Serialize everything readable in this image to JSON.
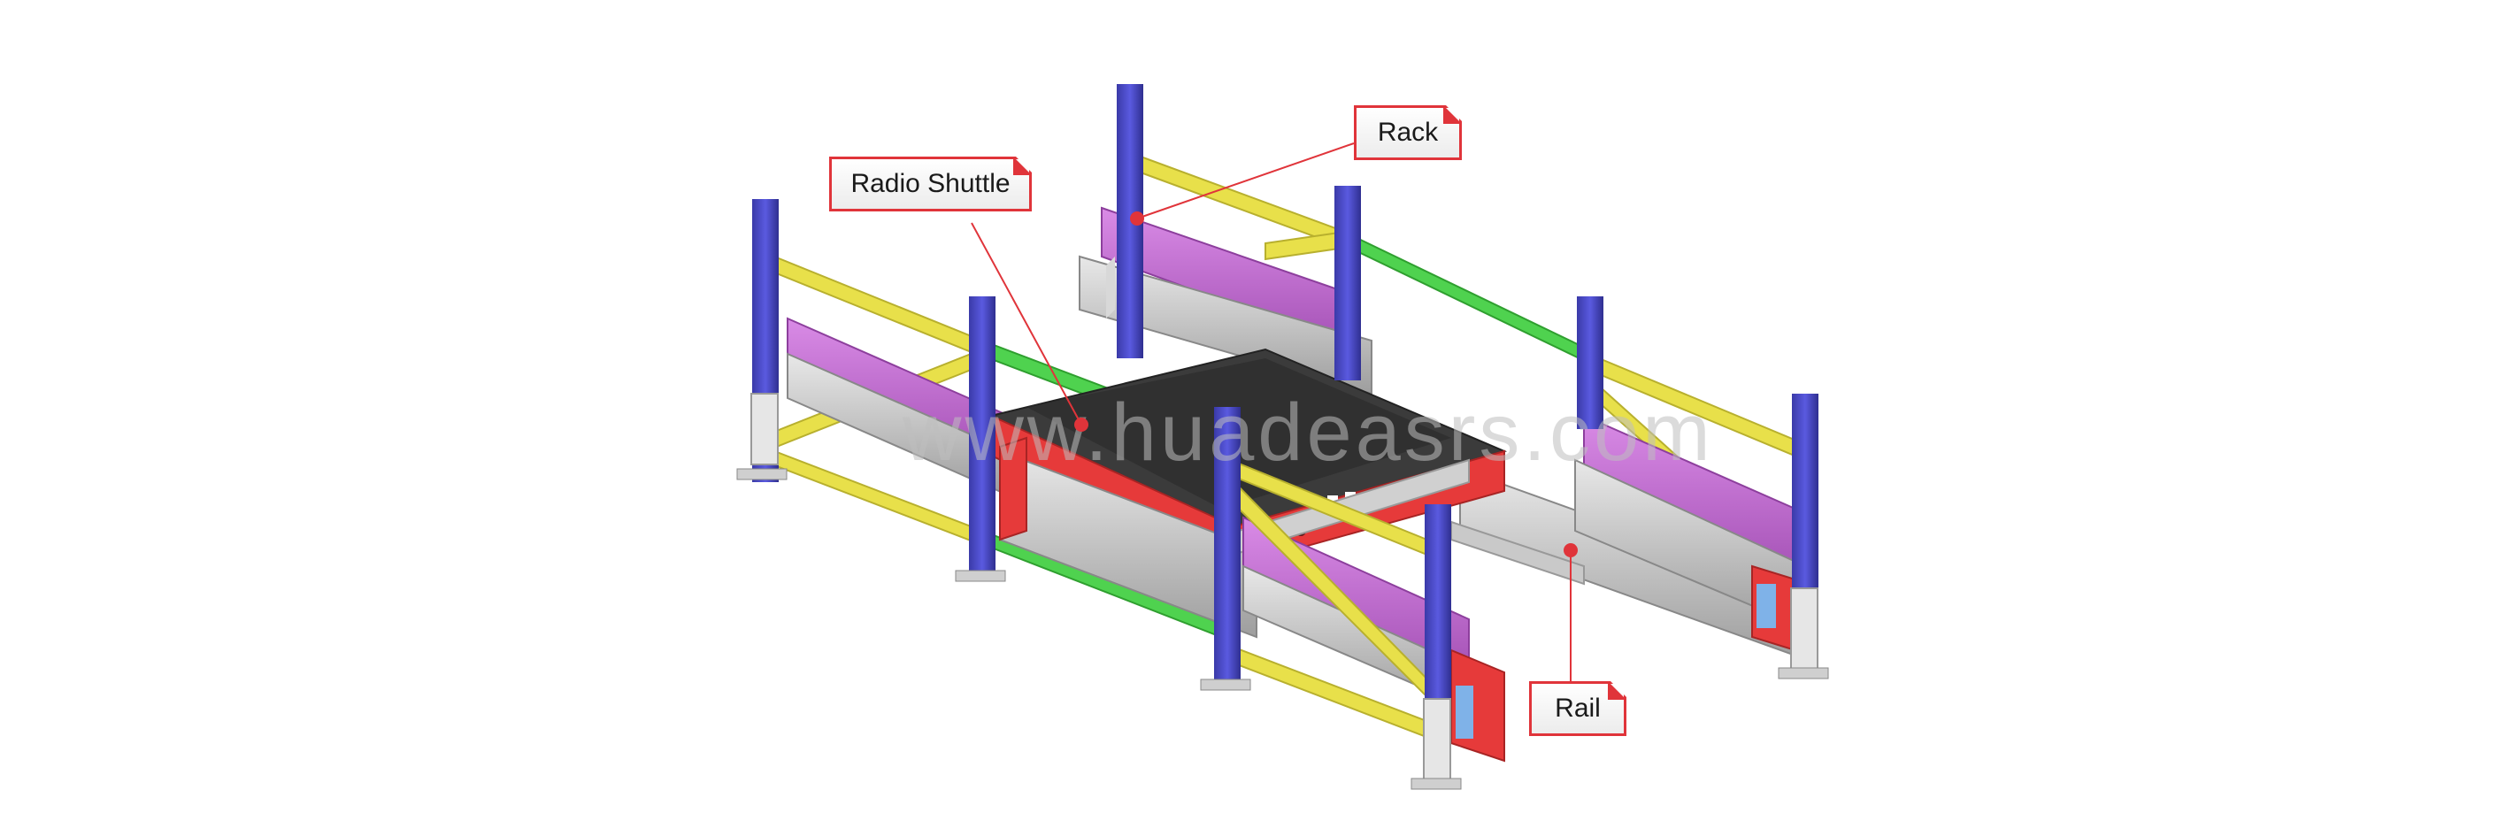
{
  "labels": {
    "radio_shuttle": "Radio Shuttle",
    "rack": "Rack",
    "rail": "Rail"
  },
  "watermark": "www.huadeasrs.com",
  "colors": {
    "upright": "#4b4bc8",
    "beam_yellow": "#e8e04a",
    "beam_green": "#4fd24f",
    "rail_purple": "#c873d6",
    "shuttle_red": "#e63a3a",
    "rail_grey": "#c9c9c9",
    "callout_border": "#e0343a"
  }
}
